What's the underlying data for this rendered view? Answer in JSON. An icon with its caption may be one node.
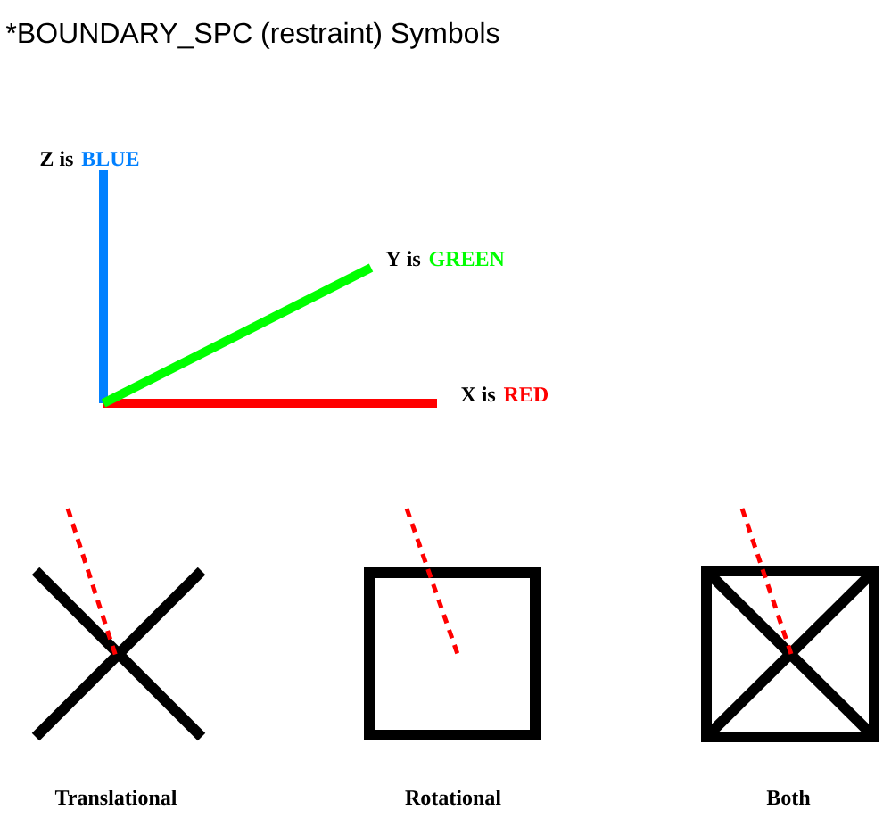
{
  "diagram": {
    "title": "*BOUNDARY_SPC (restraint) Symbols",
    "labels": [
      "Z is",
      "BLUE",
      "Y is",
      "GREEN",
      "X is",
      "RED",
      "Translational",
      "Rotational",
      "Both"
    ]
  }
}
